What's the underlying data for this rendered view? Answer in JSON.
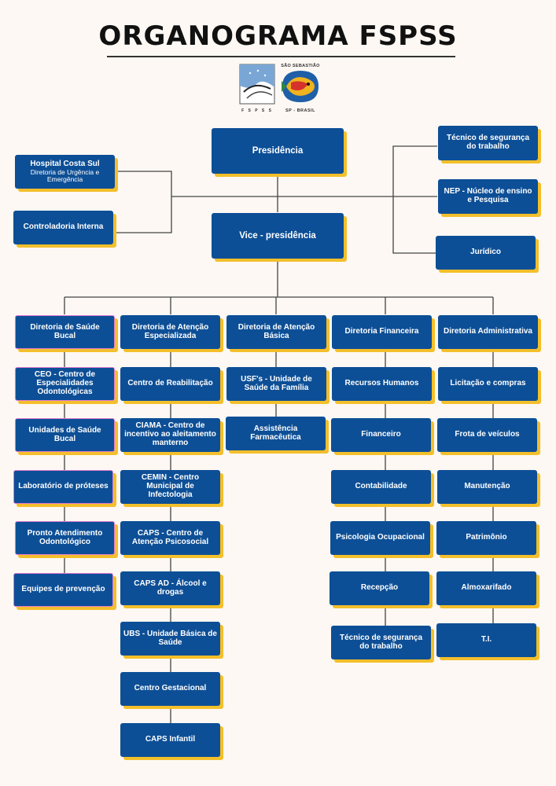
{
  "title": "ORGANOGRAMA FSPSS",
  "logos": {
    "fspss_caption": "F S P S S",
    "city_top": "SÃO SEBASTIÃO",
    "city_bottom": "SP - BRASIL"
  },
  "top": {
    "presidencia": "Presidência",
    "vice": "Vice - presidência",
    "hospital_title": "Hospital Costa Sul",
    "hospital_sub": "Diretoria de Urgência e Emergência",
    "controladoria": "Controladoria Interna",
    "tecnico_seguranca": "Técnico de segurança do trabalho",
    "nep": "NEP - Núcleo de ensino e Pesquisa",
    "juridico": "Jurídico"
  },
  "columns": [
    {
      "header": "Diretoria de Saúde Bucal",
      "items": [
        "CEO - Centro de Especialidades Odontológicas",
        "Unidades de Saúde Bucal",
        "Laboratório de próteses",
        "Pronto Atendimento Odontológico",
        "Equipes de prevenção"
      ]
    },
    {
      "header": "Diretoria de Atenção Especializada",
      "items": [
        "Centro de Reabilitação",
        "CIAMA - Centro de incentivo ao aleitamento manterno",
        "CEMIN - Centro Municipal de Infectologia",
        "CAPS - Centro de Atenção Psicosocial",
        "CAPS AD - Álcool e drogas",
        "UBS - Unidade Básica de Saúde",
        "Centro Gestacional",
        "CAPS Infantil"
      ]
    },
    {
      "header": "Diretoria de Atenção Básica",
      "items": [
        "USF's - Unidade de Saúde da Família",
        "Assistência Farmacêutica"
      ]
    },
    {
      "header": "Diretoria Financeira",
      "items": [
        "Recursos Humanos",
        "Financeiro",
        "Contabilidade",
        "Psicologia Ocupacional",
        "Recepção",
        "Técnico de segurança do trabalho"
      ]
    },
    {
      "header": "Diretoria Administrativa",
      "items": [
        "Licitação e compras",
        "Frota de veículos",
        "Manutenção",
        "Patrimônio",
        "Almoxarifado",
        "T.I."
      ]
    }
  ]
}
